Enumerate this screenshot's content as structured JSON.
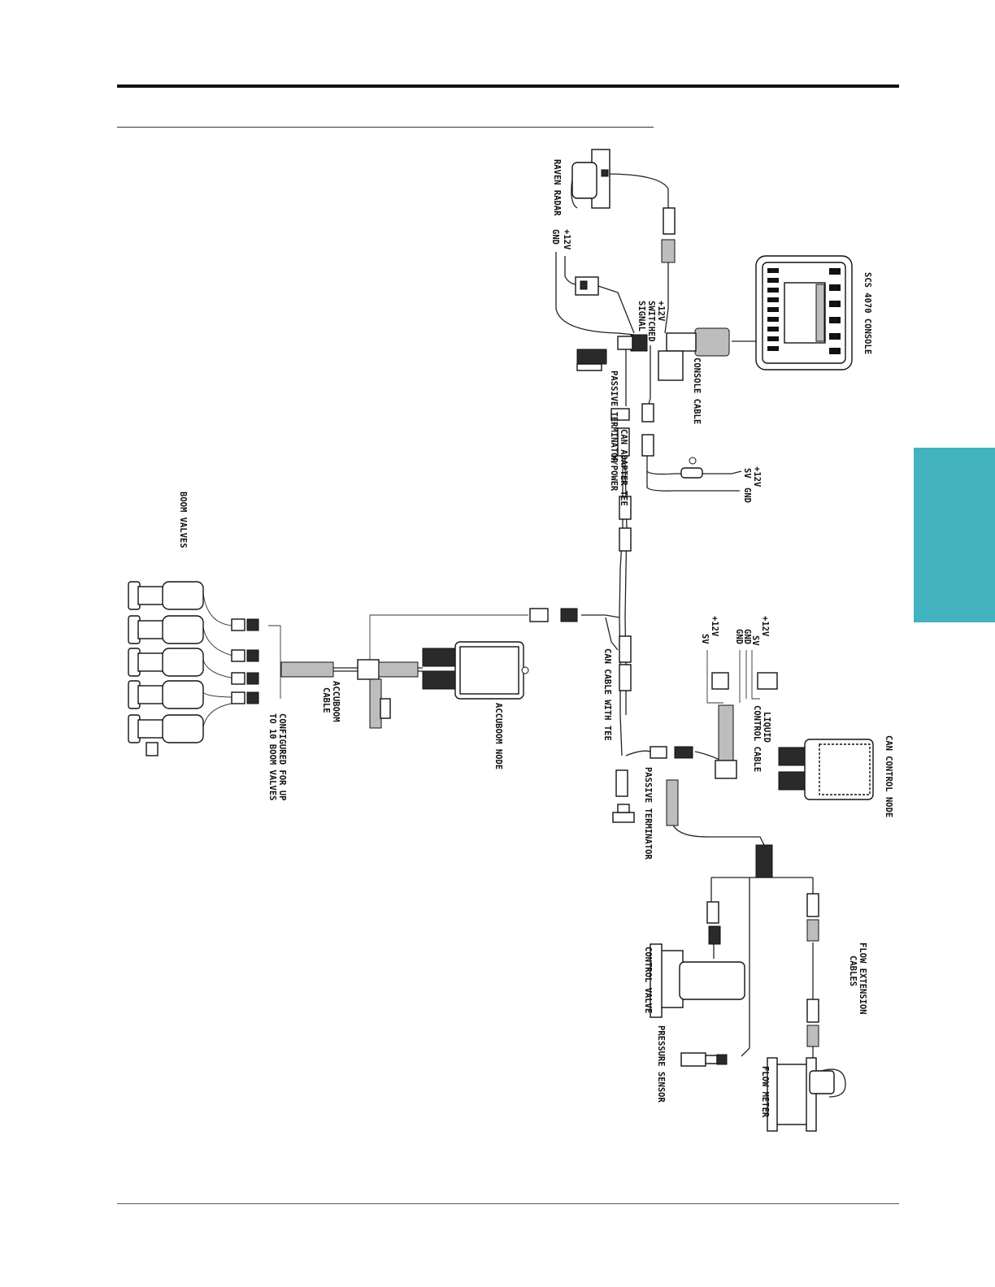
{
  "labels": {
    "raven_radar": "RAVEN RADAR",
    "scs_console": "SCS 4070 CONSOLE",
    "console_cable": "CONSOLE CABLE",
    "plus12v_gnd_top_a": "+12V",
    "plus12v_gnd_top_b": "GND",
    "switched_a": "+12V",
    "switched_b": "SWITCHED",
    "switched_c": "SIGNAL",
    "passive_terminator_top": "PASSIVE TERMINATOR",
    "can_adapter_a": "CAN ADAPTER TEE",
    "can_adapter_b": "W/POWER",
    "pwr_a": "+12V",
    "pwr_b": "SV",
    "pwr_gnd": "GND",
    "boom_valves": "BOOM VALVES",
    "configured_a": "CONFIGURED FOR UP",
    "configured_b": "TO 10 BOOM VALVES",
    "accuboom_cable_a": "ACCUBOOM",
    "accuboom_cable_b": "CABLE",
    "accuboom_node": "ACCUBOOM NODE",
    "can_cable_tee": "CAN CABLE WITH TEE",
    "passive_terminator_bottom": "PASSIVE TERMINATOR",
    "liq_12v_a": "+12V",
    "liq_12v_b": "SV",
    "liq_right_a": "+12V",
    "liq_right_b": "SV",
    "liq_right_c": "GND",
    "liq_right_d": "GND",
    "liquid_control_a": "LIQUID",
    "liquid_control_b": "CONTROL CABLE",
    "can_control_node": "CAN CONTROL NODE",
    "control_valve": "CONTROL VALVE",
    "pressure_sensor": "PRESSURE SENSOR",
    "flow_meter": "FLOW METER",
    "flow_ext_a": "FLOW EXTENSION",
    "flow_ext_b": "CABLES"
  },
  "colors": {
    "rule": "#111111",
    "side_tab": "#43b3bf",
    "line": "#222222"
  }
}
